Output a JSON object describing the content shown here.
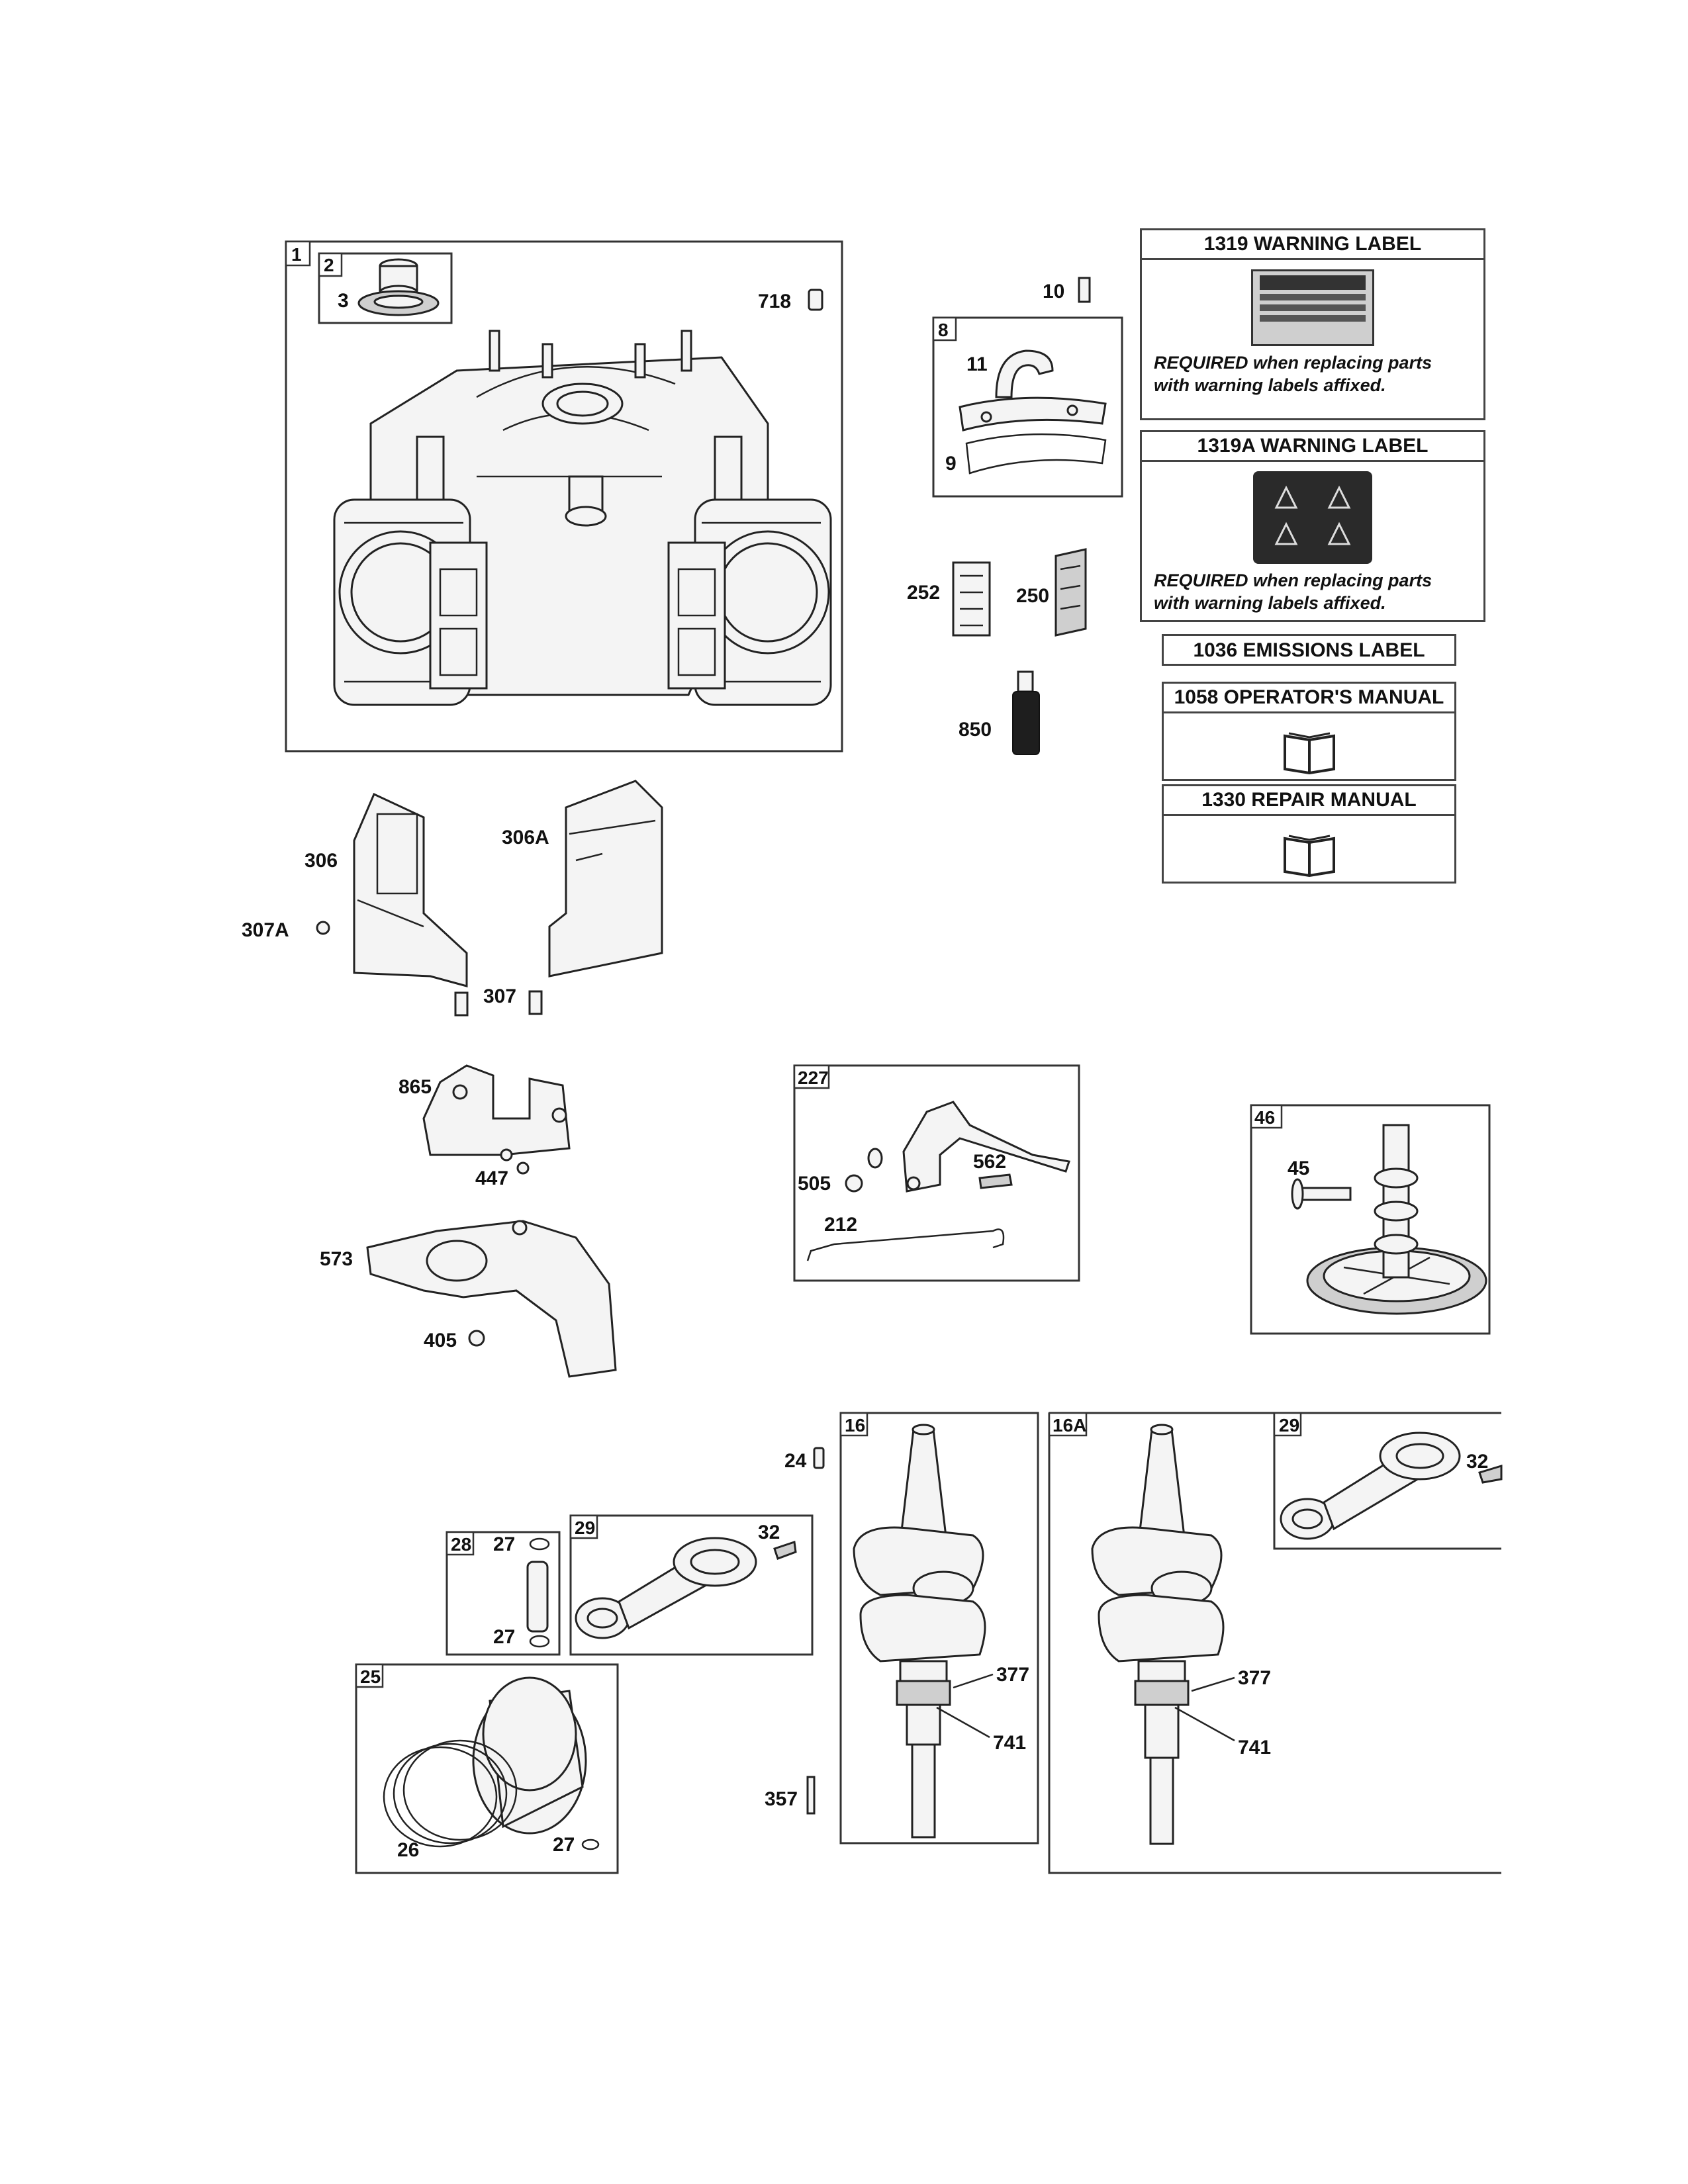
{
  "callouts": {
    "c1": "1",
    "c2": "2",
    "c3": "3",
    "c718": "718",
    "c10": "10",
    "c8": "8",
    "c11": "11",
    "c9": "9",
    "c252": "252",
    "c250": "250",
    "c850": "850",
    "c306": "306",
    "c306A": "306A",
    "c307A": "307A",
    "c307": "307",
    "c865": "865",
    "c447": "447",
    "c573": "573",
    "c405": "405",
    "c227": "227",
    "c505": "505",
    "c562": "562",
    "c212": "212",
    "c46": "46",
    "c45": "45",
    "c24": "24",
    "c16": "16",
    "c16A": "16A",
    "c29a": "29",
    "c32a": "32",
    "c28": "28",
    "c27a": "27",
    "c27b": "27",
    "c29b": "29",
    "c32b": "32",
    "c377a": "377",
    "c741a": "741",
    "c357": "357",
    "c377b": "377",
    "c741b": "741",
    "c25": "25",
    "c26": "26",
    "c27c": "27"
  },
  "labels": {
    "warning1": {
      "title": "1319 WARNING LABEL",
      "req_bold": "REQUIRED",
      "req_rest": " when replacing parts with warning labels affixed."
    },
    "warning2": {
      "title": "1319A WARNING LABEL",
      "req_bold": "REQUIRED",
      "req_rest": " when replacing parts with warning labels affixed."
    },
    "emissions": {
      "title": "1036 EMISSIONS LABEL"
    },
    "operator": {
      "title": "1058 OPERATOR'S MANUAL"
    },
    "repair": {
      "title": "1330 REPAIR MANUAL"
    }
  }
}
